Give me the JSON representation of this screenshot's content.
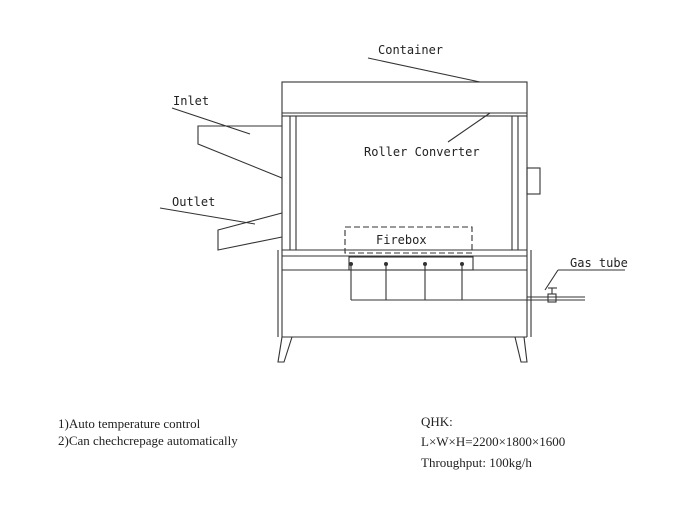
{
  "labels": {
    "container": "Container",
    "inlet": "Inlet",
    "roller_converter": "Roller Converter",
    "outlet": "Outlet",
    "firebox": "Firebox",
    "gas_tube": "Gas tube"
  },
  "features": [
    "1)Auto temperature control",
    "2)Can chechcrepage automatically"
  ],
  "specs": {
    "model": "QHK:",
    "dimensions": "L×W×H=2200×1800×1600",
    "throughput": "Throughput:  100kg/h"
  }
}
